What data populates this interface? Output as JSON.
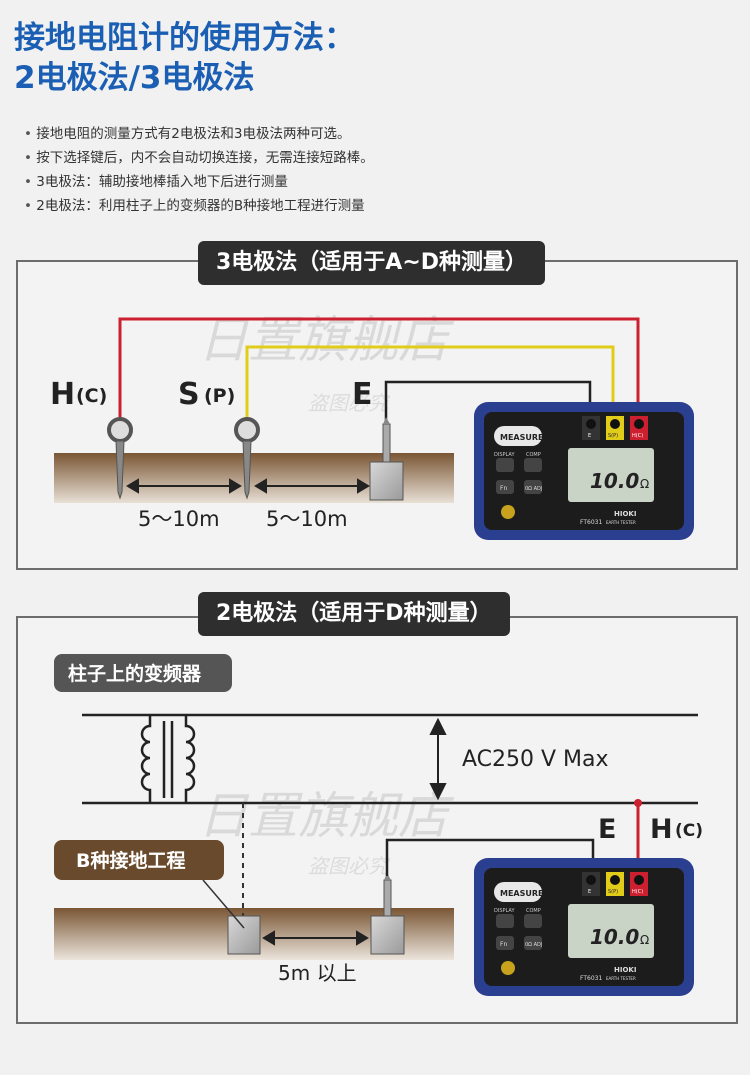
{
  "title": {
    "line1": "接地电阻计的使用方法：",
    "line2": "2电极法/3电极法"
  },
  "bullets": [
    "接地电阻的测量方式有2电极法和3电极法两种可选。",
    "按下选择键后，内不会自动切换连接，无需连接短路棒。",
    "3电极法：辅助接地棒插入地下后进行测量",
    "2电极法：利用柱子上的变频器的B种接地工程进行测量"
  ],
  "three_pole": {
    "banner": "3电极法（适用于A~D种测量）",
    "label_h": "H",
    "label_h_sub": "(C)",
    "label_s": "S",
    "label_s_sub": "(P)",
    "label_e": "E",
    "dist1": "5～10m",
    "dist2": "5～10m"
  },
  "two_pole": {
    "banner": "2电极法（适用于D种测量）",
    "transformer_label": "柱子上的变频器",
    "voltage": "AC250 V Max",
    "label_e": "E",
    "label_h": "H",
    "label_h_sub": "(C)",
    "b_ground": "B种接地工程",
    "dist": "5m 以上"
  },
  "meter": {
    "measure_btn": "MEASURE",
    "display_btn": "DISPLAY",
    "comp_btn": "COMP",
    "fn_btn": "Fn",
    "zero_btn": "0Ω ADJ",
    "reading": "10.0",
    "unit": "Ω",
    "brand": "HIOKI",
    "model": "FT6031",
    "model_desc": "EARTH TESTER",
    "term_e": "E",
    "term_s": "S(P)",
    "term_h": "H(C)"
  },
  "watermark": {
    "main": "日置旗舰店",
    "sub": "盗图必究"
  },
  "colors": {
    "title": "#1a5fb4",
    "red_wire": "#cc1f2f",
    "yellow_wire": "#e2cc1a",
    "ground": "#6f4e2f",
    "meter_body": "#2a3f8f"
  }
}
